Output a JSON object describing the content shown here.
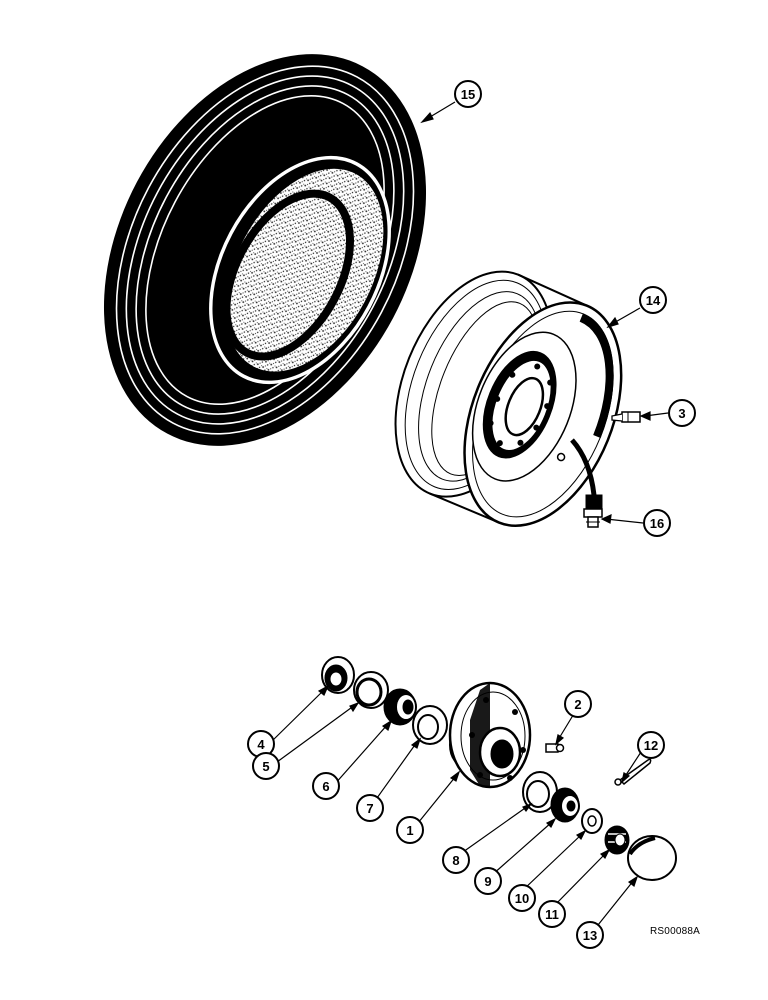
{
  "figure_id": "RS00088A",
  "colors": {
    "ink": "#000000",
    "paper": "#ffffff",
    "speckle": "#8a8a8a"
  },
  "callouts": [
    {
      "label": "15",
      "part": "tire"
    },
    {
      "label": "14",
      "part": "wheel-rim"
    },
    {
      "label": "3",
      "part": "wheel-bolt"
    },
    {
      "label": "16",
      "part": "valve-stem"
    },
    {
      "label": "4",
      "part": "seal"
    },
    {
      "label": "5",
      "part": "bearing-cup-inner"
    },
    {
      "label": "6",
      "part": "bearing-cone-inner"
    },
    {
      "label": "7",
      "part": "bearing-cup"
    },
    {
      "label": "2",
      "part": "grease-fitting"
    },
    {
      "label": "12",
      "part": "cotter-pin"
    },
    {
      "label": "1",
      "part": "hub"
    },
    {
      "label": "8",
      "part": "bearing-cup-outer"
    },
    {
      "label": "9",
      "part": "bearing-cone-outer"
    },
    {
      "label": "10",
      "part": "washer"
    },
    {
      "label": "11",
      "part": "castle-nut"
    },
    {
      "label": "13",
      "part": "dust-cap"
    }
  ]
}
